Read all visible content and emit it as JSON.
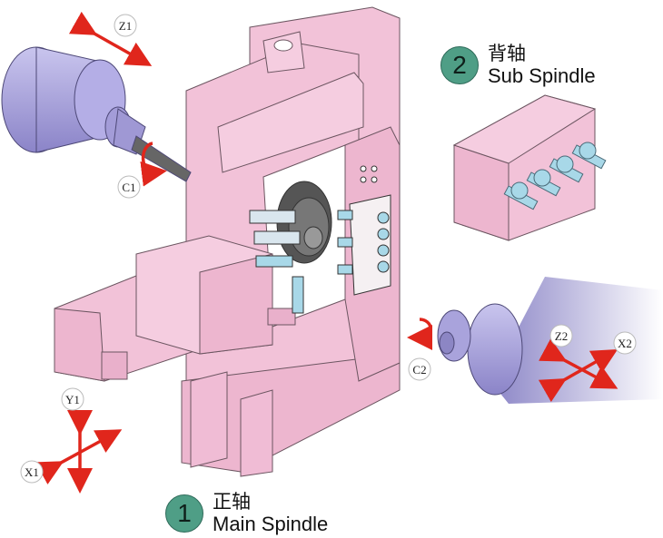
{
  "sub_spindle": {
    "number": "2",
    "label_cn": "背轴",
    "label_en": "Sub Spindle"
  },
  "main_spindle": {
    "number": "1",
    "label_cn": "正轴",
    "label_en": "Main Spindle"
  },
  "axes": {
    "z1": "Z1",
    "c1": "C1",
    "y1": "Y1",
    "x1": "X1",
    "z2": "Z2",
    "x2": "X2",
    "c2": "C2"
  },
  "colors": {
    "frame": "#f2c2d8",
    "frame_edge": "#6b5560",
    "spindle": "#a9a3dc",
    "spindle_edge": "#4d4877",
    "arrow": "#e0261c",
    "badge": "#4f9e86",
    "tool_blue": "#a8d8e8"
  }
}
